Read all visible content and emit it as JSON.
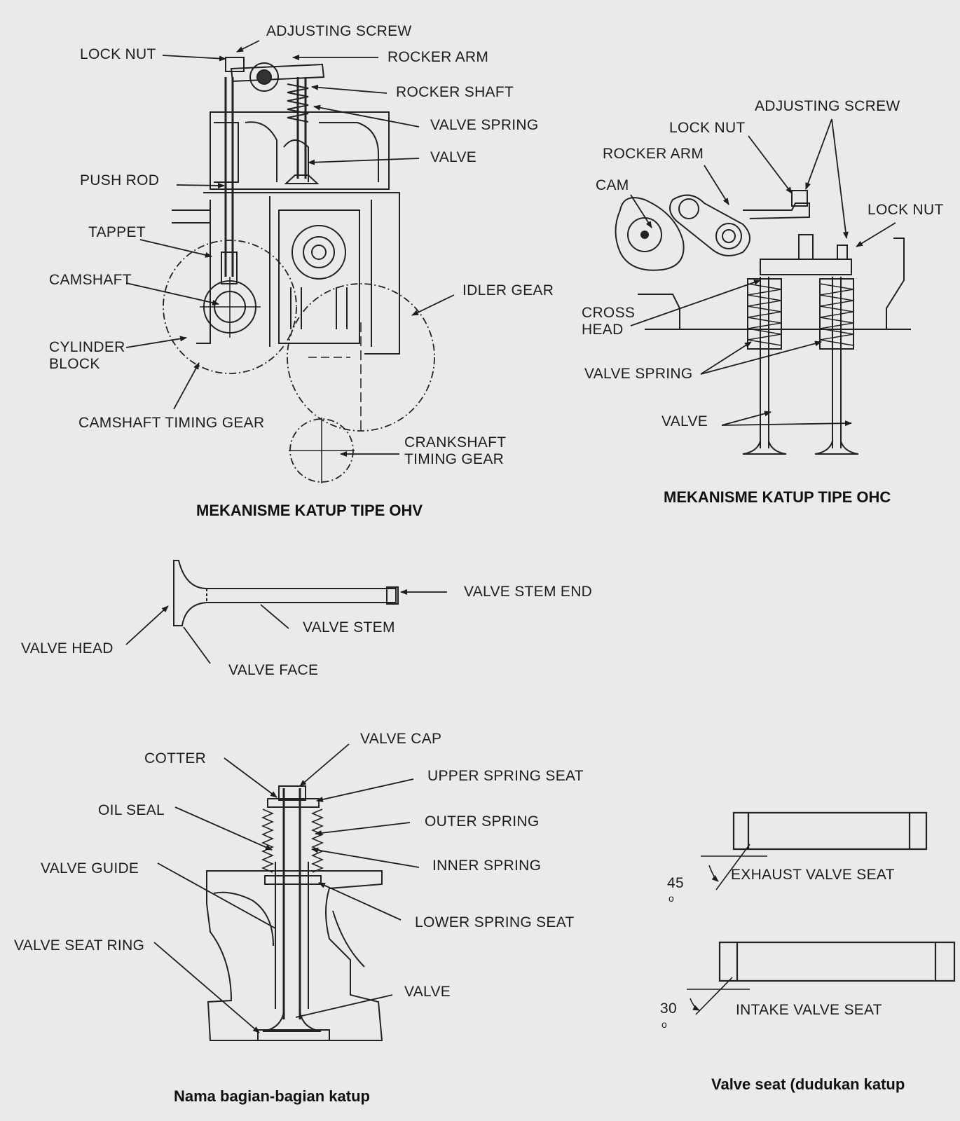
{
  "ohv": {
    "caption": "MEKANISME KATUP TIPE OHV",
    "labels": {
      "adjusting_screw": "ADJUSTING SCREW",
      "lock_nut": "LOCK NUT",
      "rocker_arm": "ROCKER ARM",
      "rocker_shaft": "ROCKER SHAFT",
      "valve_spring": "VALVE SPRING",
      "valve": "VALVE",
      "push_rod": "PUSH ROD",
      "tappet": "TAPPET",
      "camshaft": "CAMSHAFT",
      "idler_gear": "IDLER GEAR",
      "cylinder_block_1": "CYLINDER",
      "cylinder_block_2": "BLOCK",
      "camshaft_timing_gear": "CAMSHAFT TIMING GEAR",
      "crankshaft_timing_gear_1": "CRANKSHAFT",
      "crankshaft_timing_gear_2": "TIMING GEAR"
    }
  },
  "ohc": {
    "caption": "MEKANISME KATUP TIPE OHC",
    "labels": {
      "adjusting_screw": "ADJUSTING SCREW",
      "lock_nut_top": "LOCK NUT",
      "rocker_arm": "ROCKER ARM",
      "cam": "CAM",
      "lock_nut_right": "LOCK NUT",
      "cross_head_1": "CROSS",
      "cross_head_2": "HEAD",
      "valve_spring": "VALVE SPRING",
      "valve": "VALVE"
    }
  },
  "valve_parts": {
    "labels": {
      "valve_stem_end": "VALVE STEM END",
      "valve_stem": "VALVE STEM",
      "valve_head": "VALVE HEAD",
      "valve_face": "VALVE FACE"
    }
  },
  "valve_assembly": {
    "caption": "Nama bagian-bagian katup",
    "labels": {
      "valve_cap": "VALVE CAP",
      "cotter": "COTTER",
      "upper_spring_seat": "UPPER SPRING SEAT",
      "oil_seal": "OIL SEAL",
      "outer_spring": "OUTER SPRING",
      "valve_guide": "VALVE GUIDE",
      "inner_spring": "INNER SPRING",
      "lower_spring_seat": "LOWER SPRING SEAT",
      "valve_seat_ring": "VALVE SEAT RING",
      "valve": "VALVE"
    }
  },
  "valve_seat": {
    "caption": "Valve seat (dudukan katup",
    "exhaust": {
      "label": "EXHAUST VALVE SEAT",
      "angle": "45",
      "unit": "o"
    },
    "intake": {
      "label": "INTAKE VALVE SEAT",
      "angle": "30",
      "unit": "o"
    }
  }
}
